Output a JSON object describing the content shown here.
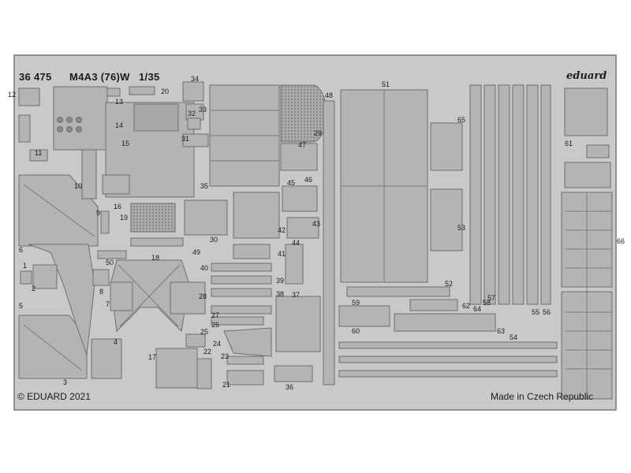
{
  "header": {
    "set_number": "36 475",
    "subject": "M4A3 (76)W",
    "scale": "1/35"
  },
  "brand": "eduard",
  "footer": {
    "copyright": "© EDUARD 2021",
    "origin": "Made in Czech Republic"
  },
  "part_numbers": [
    "1",
    "2",
    "3",
    "4",
    "5",
    "6",
    "7",
    "8",
    "9",
    "10",
    "11",
    "12",
    "13",
    "14",
    "15",
    "16",
    "17",
    "18",
    "19",
    "20",
    "21",
    "22",
    "23",
    "24",
    "25",
    "26",
    "27",
    "28",
    "29",
    "30",
    "31",
    "32",
    "33",
    "34",
    "35",
    "36",
    "37",
    "38",
    "39",
    "40",
    "41",
    "42",
    "43",
    "44",
    "45",
    "46",
    "47",
    "48",
    "49",
    "50",
    "51",
    "52",
    "53",
    "54",
    "55",
    "56",
    "57",
    "58",
    "59",
    "60",
    "61",
    "62",
    "63",
    "64",
    "65",
    "66"
  ],
  "colors": {
    "fret_metal": "#c9c9c9",
    "part_metal": "#b4b4b4",
    "part_edge": "#6e6e6e",
    "background": "#ffffff"
  }
}
